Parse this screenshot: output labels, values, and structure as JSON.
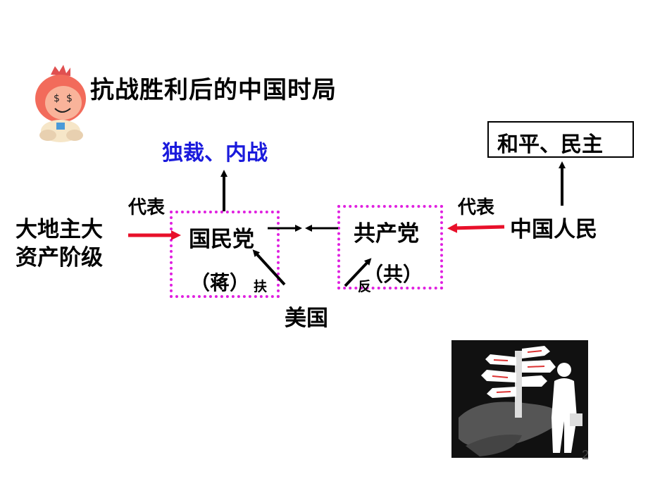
{
  "title": "抗战胜利后的中国时局",
  "dictatorship_label": "独裁、内战",
  "peace_label": "和平、民主",
  "represent_left": "代表",
  "represent_right": "代表",
  "landlord_line1": "大地主大",
  "landlord_line2": "资产阶级",
  "kmt_label": "国民党",
  "kmt_leader": "（蒋）",
  "support_label": "扶",
  "cpc_label": "共产党",
  "cpc_short": "（共）",
  "oppose_label": "反",
  "usa_label": "美国",
  "people_label": "中国人民",
  "page_number": "2",
  "colors": {
    "red_arrow": "#e8102a",
    "dotted_box": "#e020e0",
    "blue_text": "#1a1adc"
  },
  "icons": [
    "mascot-icon",
    "signpost-illustration"
  ]
}
